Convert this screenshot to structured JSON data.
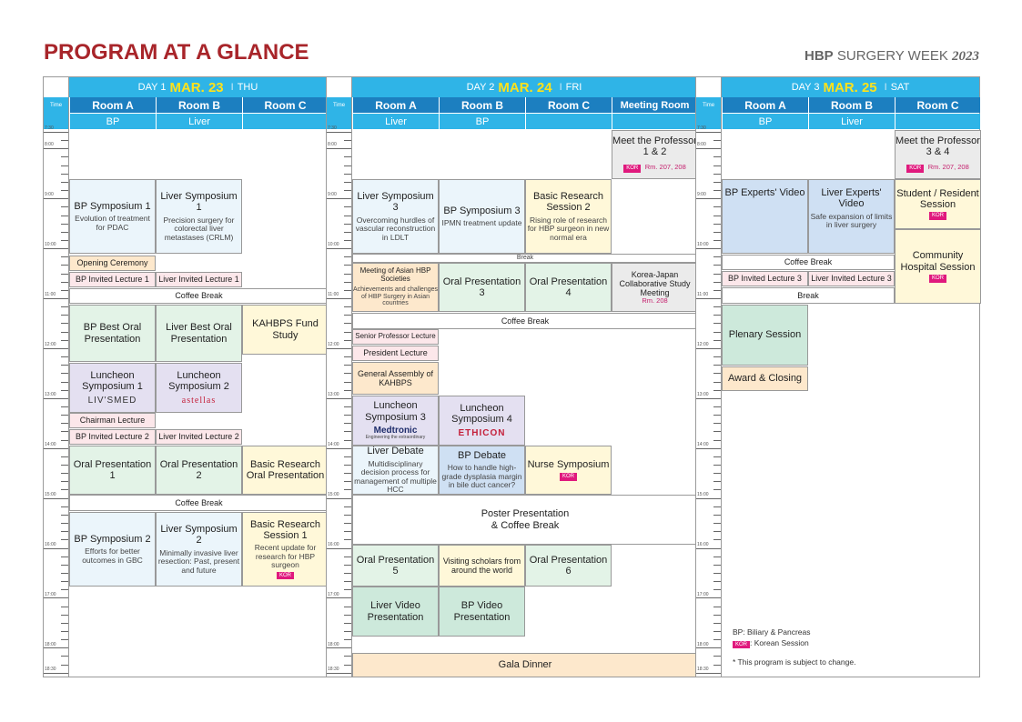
{
  "header": {
    "title": "PROGRAM AT A GLANCE",
    "brand_strong": "HBP",
    "brand_rest": " SURGERY WEEK ",
    "brand_year": "2023"
  },
  "time_header": "Time",
  "time_labels": [
    "7:30",
    "8:00",
    "9:00",
    "10:00",
    "11:00",
    "12:00",
    "13:00",
    "14:00",
    "15:00",
    "16:00",
    "17:00",
    "18:00",
    "18:30"
  ],
  "days": [
    {
      "label": "DAY 1",
      "date": "MAR. 23",
      "sep": "I",
      "dow": "THU",
      "rooms": [
        "Room A",
        "Room B",
        "Room C"
      ],
      "tracks": [
        "BP",
        "Liver",
        ""
      ],
      "blocks": [
        {
          "title": "BP Symposium 1",
          "desc": "Evolution of treatment for PDAC"
        },
        {
          "title": "Liver Symposium 1",
          "desc": "Precision surgery for colorectal liver metastases (CRLM)"
        },
        {
          "title": "Opening Ceremony"
        },
        {
          "title": "BP Invited Lecture 1"
        },
        {
          "title": "Liver Invited Lecture 1"
        },
        {
          "title": "Coffee Break"
        },
        {
          "title": "BP Best Oral Presentation"
        },
        {
          "title": "Liver Best Oral Presentation"
        },
        {
          "title": "KAHBPS Fund Study"
        },
        {
          "title": "Luncheon Symposium 1",
          "logo": "LIV'SMED"
        },
        {
          "title": "Luncheon Symposium 2",
          "logo": "astellas"
        },
        {
          "title": "Chairman Lecture"
        },
        {
          "title": "BP Invited Lecture 2"
        },
        {
          "title": "Liver Invited Lecture 2"
        },
        {
          "title": "Oral Presentation 1"
        },
        {
          "title": "Oral Presentation 2"
        },
        {
          "title": "Basic Research Oral Presentation"
        },
        {
          "title": "Coffee Break"
        },
        {
          "title": "BP Symposium 2",
          "desc": "Efforts for better outcomes in GBC"
        },
        {
          "title": "Liver Symposium 2",
          "desc": "Minimally invasive liver resection: Past, present and future"
        },
        {
          "title": "Basic Research Session 1",
          "desc": "Recent update for research for HBP surgeon",
          "kor": "KOR"
        }
      ]
    },
    {
      "label": "DAY 2",
      "date": "MAR. 24",
      "sep": "I",
      "dow": "FRI",
      "rooms": [
        "Room A",
        "Room B",
        "Room C",
        "Meeting Room"
      ],
      "tracks": [
        "Liver",
        "BP",
        "",
        ""
      ],
      "blocks": [
        {
          "title": "Meet the Professor 1 & 2",
          "kor": "KOR",
          "room": "Rm. 207, 208"
        },
        {
          "title": "Liver Symposium 3",
          "desc": "Overcoming hurdles of vascular reconstruction in LDLT"
        },
        {
          "title": "BP Symposium 3",
          "desc": "IPMN treatment update"
        },
        {
          "title": "Basic Research Session 2",
          "desc": "Rising role of research for HBP surgeon in new normal era"
        },
        {
          "title": "Break"
        },
        {
          "title": "Meeting of Asian HBP Societies",
          "desc": "Achievements and challenges of HBP Surgery in Asian countries"
        },
        {
          "title": "Oral Presentation 3"
        },
        {
          "title": "Oral Presentation 4"
        },
        {
          "title": "Korea-Japan Collaborative Study Meeting",
          "room": "Rm. 208"
        },
        {
          "title": "Coffee Break"
        },
        {
          "title": "Senior Professor Lecture"
        },
        {
          "title": "President Lecture"
        },
        {
          "title": "General Assembly of KAHBPS"
        },
        {
          "title": "Luncheon Symposium 3",
          "logo": "Medtronic",
          "logo_sub": "Engineering the extraordinary"
        },
        {
          "title": "Luncheon Symposium 4",
          "logo": "ETHICON"
        },
        {
          "title": "Liver Debate",
          "desc": "Multidisciplinary decision process for management of multiple HCC"
        },
        {
          "title": "BP Debate",
          "desc": "How to handle high-grade dysplasia margin in bile duct cancer?"
        },
        {
          "title": "Nurse Symposium",
          "kor": "KOR"
        },
        {
          "title": "Poster Presentation",
          "desc": "& Coffee Break"
        },
        {
          "title": "Oral Presentation 5"
        },
        {
          "title": "Visiting scholars from around the world"
        },
        {
          "title": "Oral Presentation 6"
        },
        {
          "title": "Liver Video Presentation"
        },
        {
          "title": "BP Video Presentation"
        },
        {
          "title": "Gala Dinner"
        }
      ]
    },
    {
      "label": "DAY 3",
      "date": "MAR. 25",
      "sep": "I",
      "dow": "SAT",
      "rooms": [
        "Room A",
        "Room B",
        "Room C"
      ],
      "tracks": [
        "BP",
        "Liver",
        ""
      ],
      "blocks": [
        {
          "title": "Meet the Professor 3 & 4",
          "kor": "KOR",
          "room": "Rm. 207, 208"
        },
        {
          "title": "BP Experts' Video"
        },
        {
          "title": "Liver Experts' Video",
          "desc": "Safe expansion of limits in liver surgery"
        },
        {
          "title": "Student / Resident Session",
          "kor": "KOR"
        },
        {
          "title": "Coffee Break"
        },
        {
          "title": "Community Hospital Session",
          "kor": "KOR"
        },
        {
          "title": "BP Invited Lecture 3"
        },
        {
          "title": "Liver Invited Lecture 3"
        },
        {
          "title": "Break"
        },
        {
          "title": "Plenary Session"
        },
        {
          "title": "Award & Closing"
        }
      ]
    }
  ],
  "legend": {
    "bp": "BP: Biliary & Pancreas",
    "kor_tag": "KOR",
    "kor_text": ": Korean Session",
    "note": "* This program is subject to change."
  },
  "colors": {
    "title_red": "#a8252a",
    "header_blue": "#2fb4e7",
    "room_blue": "#1c7fc0",
    "date_yellow": "#ffe21a",
    "kor_pink": "#e0197d"
  }
}
